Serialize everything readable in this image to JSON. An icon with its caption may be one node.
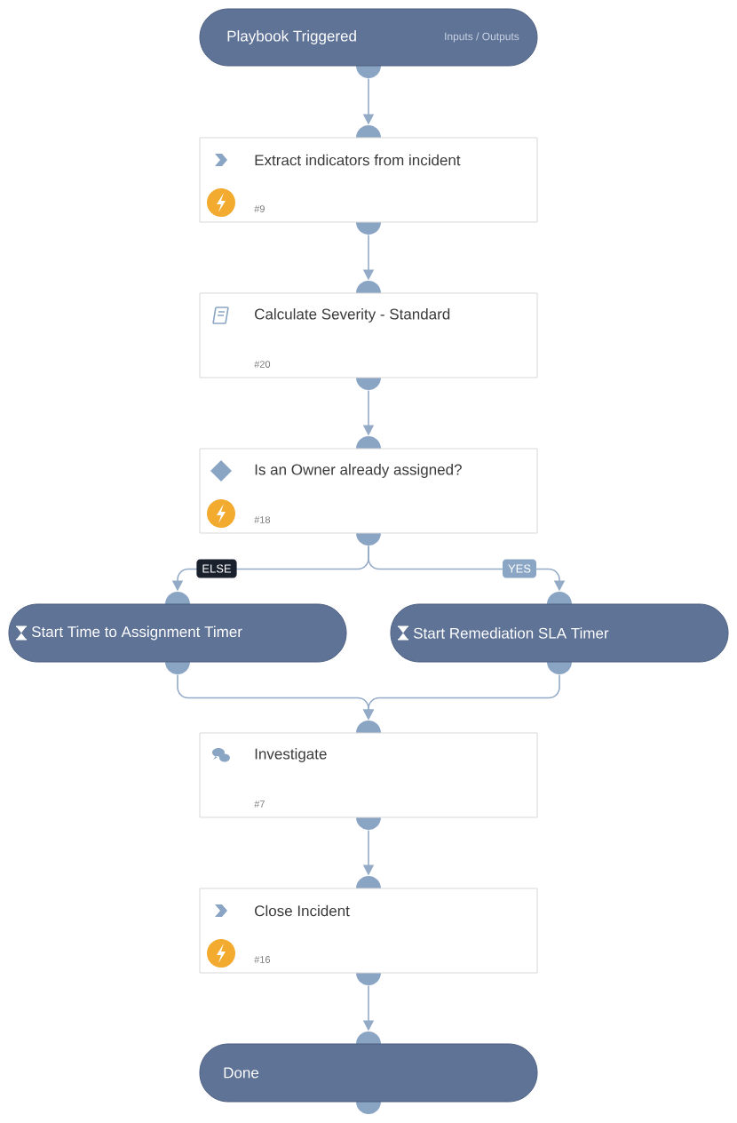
{
  "diagram": {
    "nodes": [
      {
        "text": [
          "Playbook Triggered",
          "Inputs / Outputs"
        ]
      },
      {
        "text": [
          "Extract indicators from incident",
          "#9"
        ]
      },
      {
        "text": [
          "Calculate Severity - Standard",
          "#20"
        ]
      },
      {
        "text": [
          "Is an Owner already assigned?",
          "#18"
        ]
      },
      {
        "text": [
          "Start Time to Assignment Timer"
        ]
      },
      {
        "text": [
          "Start Remediation SLA Timer"
        ]
      },
      {
        "text": [
          "Investigate",
          "#7"
        ]
      },
      {
        "text": [
          "Close Incident",
          "#16"
        ]
      },
      {
        "text": [
          "Done"
        ]
      }
    ],
    "edges": [
      {
        "from": 0,
        "to": 1,
        "arrow": "to"
      },
      {
        "from": 1,
        "to": 2,
        "arrow": "to"
      },
      {
        "from": 2,
        "to": 3,
        "arrow": "to"
      },
      {
        "from": 3,
        "to": 4,
        "arrow": "to",
        "label": "ELSE"
      },
      {
        "from": 3,
        "to": 5,
        "arrow": "to",
        "label": "YES"
      },
      {
        "from": 4,
        "to": 6,
        "arrow": "to"
      },
      {
        "from": 5,
        "to": 6,
        "arrow": "to"
      },
      {
        "from": 6,
        "to": 7,
        "arrow": "to"
      },
      {
        "from": 7,
        "to": 8,
        "arrow": "to"
      }
    ]
  }
}
